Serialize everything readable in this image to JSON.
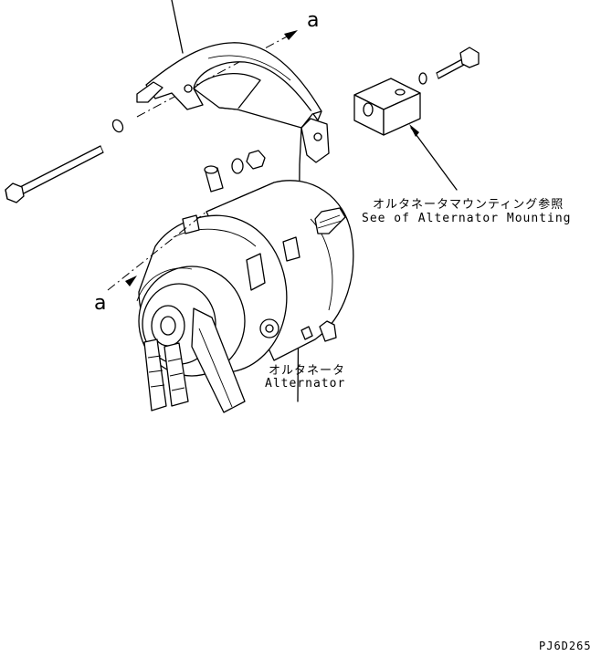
{
  "labels": {
    "mounting_jp": "オルタネータマウンティング参照",
    "mounting_en": "See of Alternator Mounting",
    "alternator_jp": "オルタネータ",
    "alternator_en": "Alternator",
    "ref_a_top": "a",
    "ref_a_left": "a",
    "drawing_no": "PJ6D265"
  }
}
